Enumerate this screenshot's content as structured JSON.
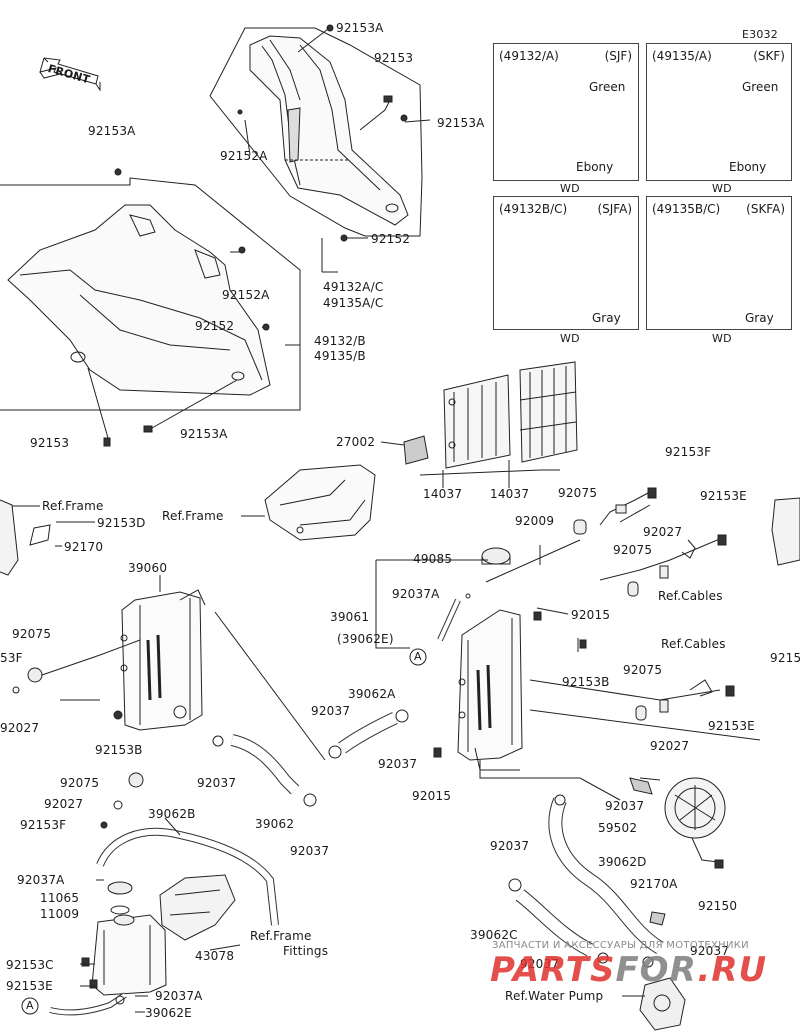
{
  "diagram_code": "E3032",
  "front_label": "FRONT",
  "variants": [
    {
      "code": "(49132/A)",
      "model": "(SJF)",
      "colors": [
        "Green",
        "Ebony"
      ],
      "foot": "WD"
    },
    {
      "code": "(49135/A)",
      "model": "(SKF)",
      "colors": [
        "Green",
        "Ebony"
      ],
      "foot": "WD"
    },
    {
      "code": "(49132B/C)",
      "model": "(SJFA)",
      "colors": [
        "Gray"
      ],
      "foot": "WD"
    },
    {
      "code": "(49135B/C)",
      "model": "(SKFA)",
      "colors": [
        "Gray"
      ],
      "foot": "WD"
    }
  ],
  "labels": {
    "p92153a_top": "92153A",
    "p92153_top": "92153",
    "p92153a_top2": "92153A",
    "p92152a_top": "92152A",
    "p92152_top": "92152",
    "p49132ac": "49132A/C",
    "p49135ac": "49135A/C",
    "p92153a_left": "92153A",
    "p92152a_mid": "92152A",
    "p92152_mid": "92152",
    "p49132b": "49132/B",
    "p49135b": "49135/B",
    "p92153_low": "92153",
    "p92153a_low": "92153A",
    "p27002": "27002",
    "p14037a": "14037",
    "p14037b": "14037",
    "p92153f_top": "92153F",
    "p92153e_right": "92153E",
    "p92075_top": "92075",
    "p92009": "92009",
    "p92027_right": "92027",
    "p92075_right": "92075",
    "refcables_1": "Ref.Cables",
    "refframe_mid": "Ref.Frame",
    "refframe_left": "Ref.Frame",
    "p92153d": "92153D",
    "p92170": "92170",
    "p39060": "39060",
    "p49085": "49085",
    "p92037a_mid": "92037A",
    "p39061": "39061",
    "p92015_top": "92015",
    "p39062e_paren": "(39062E)",
    "p92153b_right": "92153B",
    "refcables_2": "Ref.Cables",
    "p92075_left": "92075",
    "p53f_edge": "53F",
    "p92027_left": "92027",
    "p92153b_left": "92153B",
    "p92075_r3": "92075",
    "p92153e_r3": "92153E",
    "p92027_r3": "92027",
    "p9215_edge": "9215",
    "p39062a": "39062A",
    "p92037_a": "92037",
    "p92037_b": "92037",
    "p92015_low": "92015",
    "p92075_low": "92075",
    "p92037_c": "92037",
    "p92027_low": "92027",
    "p39062b": "39062B",
    "p92153f_low": "92153F",
    "p39062": "39062",
    "p92037_d": "92037",
    "p92037_e": "92037",
    "p59502": "59502",
    "p92037_f": "92037",
    "p39062d": "39062D",
    "p92037a_low": "92037A",
    "p11065": "11065",
    "p11009": "11009",
    "p92170a": "92170A",
    "p92150": "92150",
    "refframe_fit1": "Ref.Frame",
    "refframe_fit2": "Fittings",
    "p39062c": "39062C",
    "p43078": "43078",
    "p92037_g": "92037",
    "p92037_h": "92037",
    "p92153c": "92153C",
    "p92153e_low": "92153E",
    "p92037a_bot": "92037A",
    "p39062e_bot": "39062E",
    "refwaterpump": "Ref.Water Pump",
    "callout_a": "A"
  },
  "watermark": {
    "line1": "ЗАПЧАСТИ И АКСЕССУАРЫ ДЛЯ МОТОТЕХНИКИ",
    "brand_a": "PARTS",
    "brand_b": "FOR",
    "brand_c": ".RU"
  },
  "colors": {
    "ink": "#1a1a1a",
    "brand_red": "#e0312c",
    "brand_gray": "#7d7d7d"
  }
}
